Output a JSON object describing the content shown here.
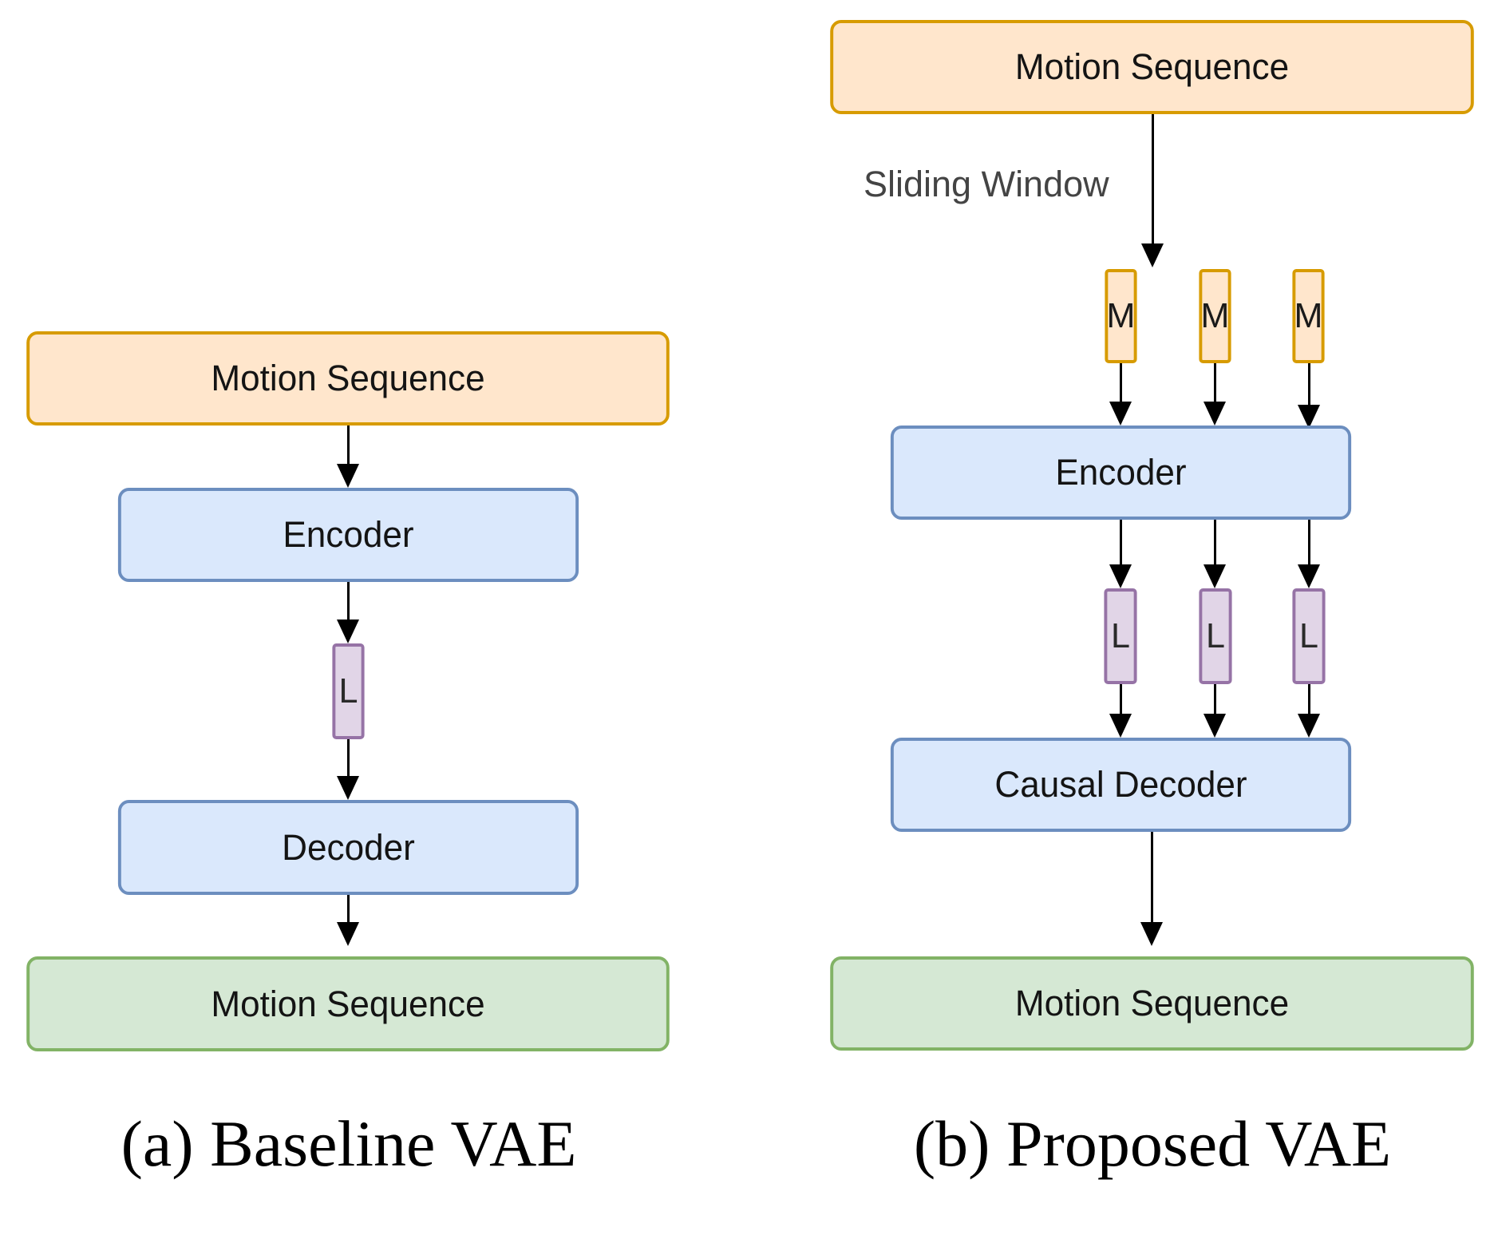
{
  "figure": {
    "baseline": {
      "input_label": "Motion Sequence",
      "encoder_label": "Encoder",
      "latent_label": "L",
      "decoder_label": "Decoder",
      "output_label": "Motion Sequence",
      "caption": "(a) Baseline VAE"
    },
    "proposed": {
      "input_label": "Motion Sequence",
      "sliding_window_label": "Sliding Window",
      "motion_chunks": [
        "M",
        "M",
        "M"
      ],
      "encoder_label": "Encoder",
      "latents": [
        "L",
        "L",
        "L"
      ],
      "decoder_label": "Causal Decoder",
      "output_label": "Motion Sequence",
      "caption": "(b) Proposed VAE"
    }
  },
  "colors": {
    "input_fill": "#ffe6cc",
    "input_border": "#d79b00",
    "module_fill": "#dae8fc",
    "module_border": "#6c8ebf",
    "latent_fill": "#e1d5e7",
    "latent_border": "#9673a6",
    "output_fill": "#d5e8d4",
    "output_border": "#82b366",
    "arrow": "#000000"
  }
}
